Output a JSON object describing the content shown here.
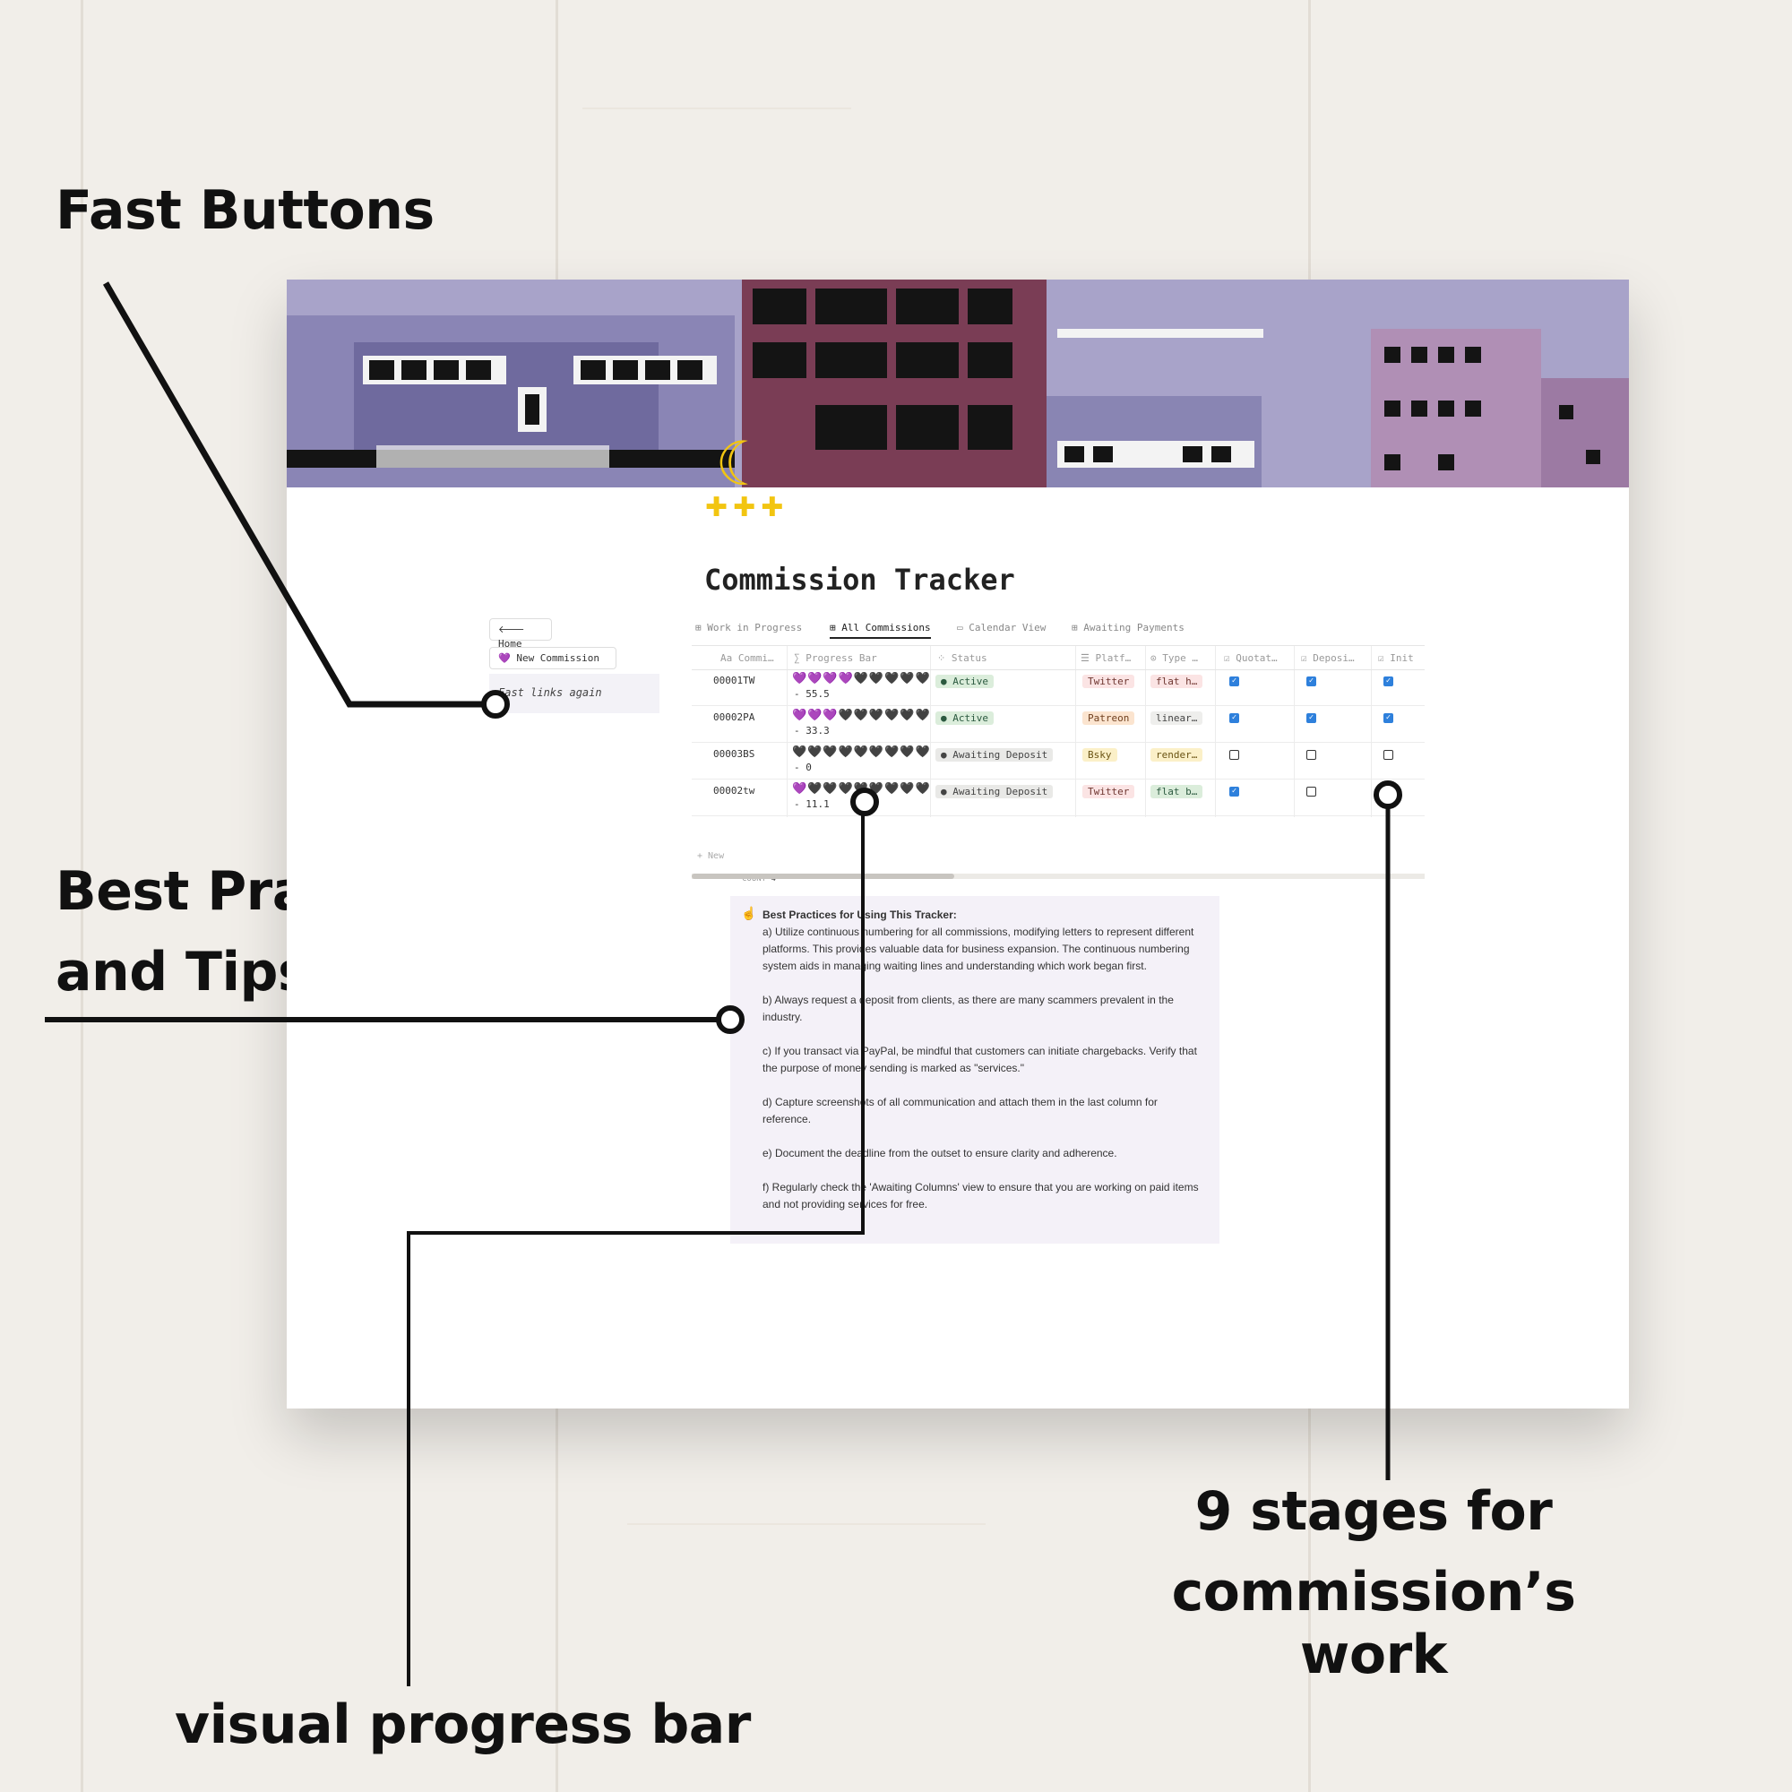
{
  "annotations": {
    "fast_buttons": "Fast Buttons",
    "best_practices_line1": "Best Practices",
    "best_practices_line2": "and Tips",
    "stages_line1": "9 stages for",
    "stages_line2": "commission’s work",
    "progress_bar": "visual progress bar"
  },
  "page": {
    "title": "Commission Tracker",
    "icon": "crescent-moon-icon"
  },
  "sidebar": {
    "home_label": "🡐 Home",
    "new_commission_label": "💜 New Commission",
    "fast_links_label": "Fast links again"
  },
  "tabs": [
    {
      "label": "⊞ Work in Progress",
      "active": false
    },
    {
      "label": "⊞ All Commissions",
      "active": true
    },
    {
      "label": "▭ Calendar View",
      "active": false
    },
    {
      "label": "⊞ Awaiting Payments",
      "active": false
    }
  ],
  "table": {
    "columns": [
      "Aa Commi…",
      "∑ Progress Bar",
      "⁘ Status",
      "☰ Platf…",
      "⊙ Type …",
      "☑ Quotat…",
      "☑ Deposi…",
      "☑ Init"
    ],
    "rows": [
      {
        "id": "00001TW",
        "hearts": "💜💜💜💜🖤🖤🖤🖤🖤",
        "progress": "- 55.5",
        "status": "Active",
        "platform": "Twitter",
        "type": "flat h…",
        "quotation": true,
        "deposit": true,
        "initial": true
      },
      {
        "id": "00002PA",
        "hearts": "💜💜💜🖤🖤🖤🖤🖤🖤",
        "progress": "- 33.3",
        "status": "Active",
        "platform": "Patreon",
        "type": "linear…",
        "quotation": true,
        "deposit": true,
        "initial": true
      },
      {
        "id": "00003BS",
        "hearts": "🖤🖤🖤🖤🖤🖤🖤🖤🖤",
        "progress": "- 0",
        "status": "Awaiting Deposit",
        "platform": "Bsky",
        "type": "render…",
        "quotation": false,
        "deposit": false,
        "initial": false
      },
      {
        "id": "00002tw",
        "hearts": "💜🖤🖤🖤🖤🖤🖤🖤🖤",
        "progress": "- 11.1",
        "status": "Awaiting Deposit",
        "platform": "Twitter",
        "type": "flat b…",
        "quotation": true,
        "deposit": false,
        "initial": false
      }
    ],
    "new_label": "+ New",
    "count_label": "COUNT",
    "count_value": "4"
  },
  "tips": {
    "icon": "☝",
    "title": "Best Practices for Using This Tracker:",
    "items": [
      "a) Utilize continuous numbering for all commissions, modifying letters to represent different platforms. This provides valuable data for business expansion. The continuous numbering system aids in managing waiting lines and understanding which work began first.",
      "b) Always request a deposit from clients, as there are many scammers prevalent in the industry.",
      "c) If you transact via PayPal, be mindful that customers can initiate chargebacks. Verify that the purpose of money sending is marked as \"services.\"",
      "d) Capture screenshots of all communication and attach them in the last column for reference.",
      "e) Document the deadline from the outset to ensure clarity and adherence.",
      "f) Regularly check the 'Awaiting Columns' view to ensure that you are working on paid items and not providing services for free."
    ]
  },
  "colors": {
    "banner": "#a8a3c9",
    "active_pill": "#dbeddb",
    "awaiting_pill": "#e9e9e7",
    "twitter_pill": "#fbe4e4",
    "patreon_pill": "#fbe4cf",
    "bsky_pill": "#fbf0c8",
    "checkbox": "#2e80dc"
  }
}
